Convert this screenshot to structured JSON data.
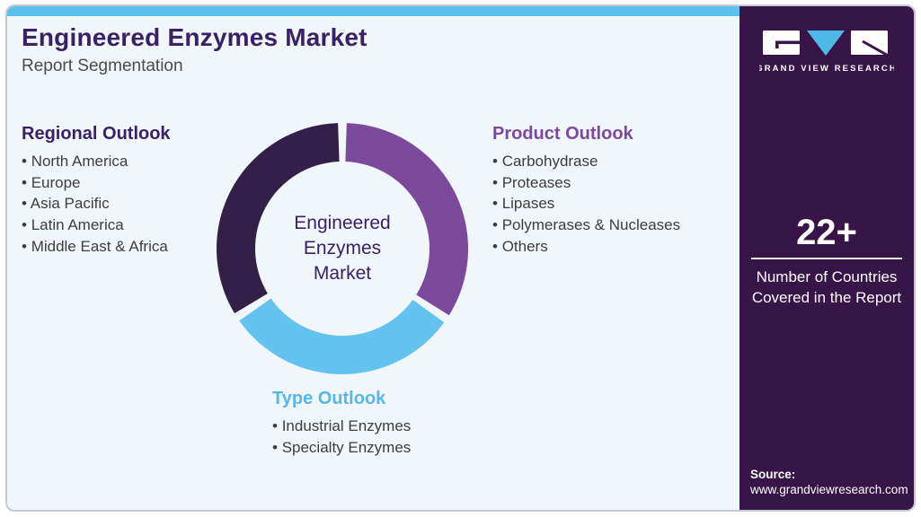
{
  "page": {
    "title": "Engineered Enzymes Market",
    "subtitle": "Report Segmentation"
  },
  "sections": {
    "regional": {
      "heading": "Regional Outlook",
      "items": [
        "North America",
        "Europe",
        "Asia Pacific",
        "Latin America",
        "Middle East & Africa"
      ]
    },
    "product": {
      "heading": "Product Outlook",
      "items": [
        "Carbohydrase",
        "Proteases",
        "Lipases",
        "Polymerases & Nucleases",
        "Others"
      ]
    },
    "type": {
      "heading": "Type Outlook",
      "items": [
        "Industrial Enzymes",
        "Specialty Enzymes"
      ]
    }
  },
  "chart_data": {
    "type": "pie",
    "subtype": "donut-segmentation",
    "title": "Engineered Enzymes Market",
    "center_label_lines": [
      "Engineered",
      "Enzymes",
      "Market"
    ],
    "segments": [
      {
        "name": "Product Outlook",
        "color": "#7b4a9a",
        "start_deg": 2,
        "end_deg": 122
      },
      {
        "name": "Type Outlook",
        "color": "#63c3ee",
        "start_deg": 126,
        "end_deg": 235
      },
      {
        "name": "Regional Outlook",
        "color": "#322048",
        "start_deg": 239,
        "end_deg": 358
      }
    ]
  },
  "sidebar": {
    "logo_text": "GRAND VIEW RESEARCH",
    "stat_value": "22+",
    "stat_caption": "Number of Countries Covered in the Report",
    "source_label": "Source:",
    "source_url": "www.grandviewresearch.com"
  },
  "colors": {
    "accent_bar": "#5ac1ef",
    "card_background": "#f1f6fa",
    "sidebar_background": "#371549",
    "title_text": "#3a2065",
    "regional_heading": "#3a2065",
    "product_heading": "#7b4a9e",
    "type_heading": "#56b8e8",
    "logo_triangle": "#4cb9e8"
  }
}
